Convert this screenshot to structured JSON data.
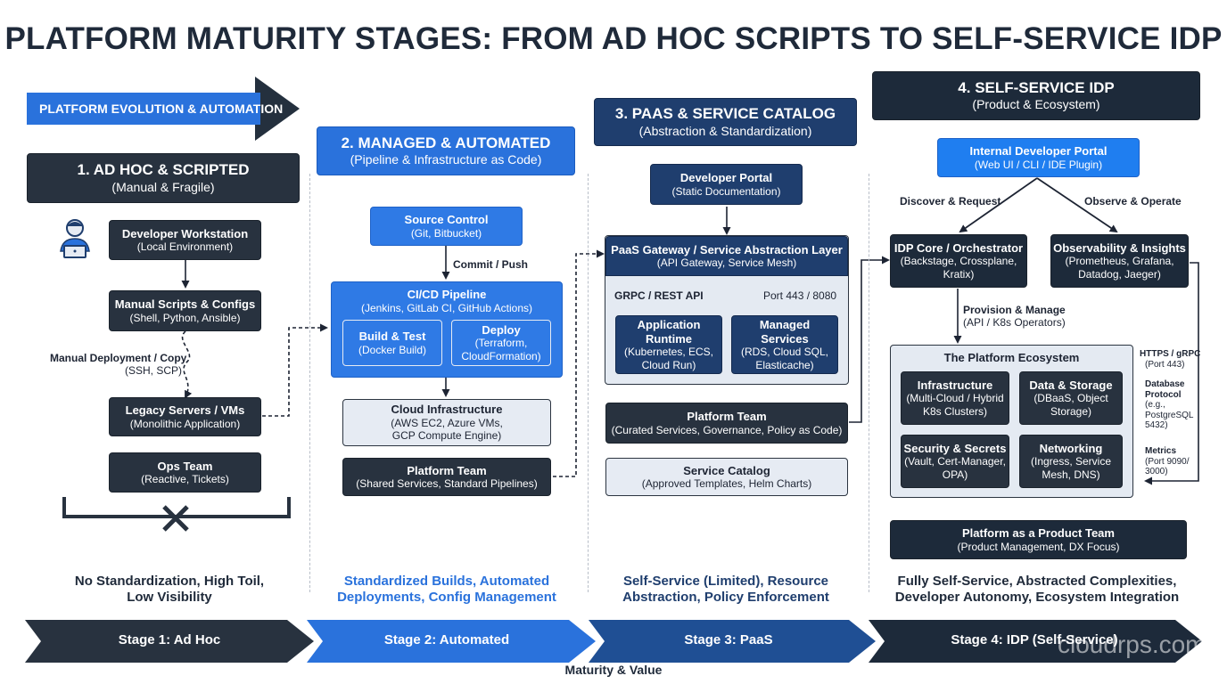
{
  "title": "PLATFORM MATURITY STAGES: FROM AD HOC SCRIPTS TO SELF-SERVICE IDP",
  "evolution_banner": "PLATFORM EVOLUTION & AUTOMATION",
  "stage1": {
    "header_title": "1. AD HOC & SCRIPTED",
    "header_sub": "(Manual & Fragile)",
    "workstation_title": "Developer Workstation",
    "workstation_sub": "(Local Environment)",
    "scripts_title": "Manual Scripts & Configs",
    "scripts_sub": "(Shell, Python, Ansible)",
    "deploy_label": "Manual Deployment / Copy",
    "deploy_sub": "(SSH, SCP)",
    "legacy_title": "Legacy Servers / VMs",
    "legacy_sub": "(Monolithic Application)",
    "ops_title": "Ops Team",
    "ops_sub": "(Reactive, Tickets)",
    "summary_1": "No Standardization, High Toil,",
    "summary_2": "Low Visibility"
  },
  "stage2": {
    "header_title": "2. MANAGED & AUTOMATED",
    "header_sub": "(Pipeline & Infrastructure as Code)",
    "source_title": "Source Control",
    "source_sub": "(Git, Bitbucket)",
    "commit_label": "Commit / Push",
    "cicd_title": "CI/CD Pipeline",
    "cicd_sub": "(Jenkins, GitLab CI, GitHub Actions)",
    "build_title": "Build & Test",
    "build_sub": "(Docker Build)",
    "deploy_title": "Deploy",
    "deploy_sub_1": "(Terraform,",
    "deploy_sub_2": "CloudFormation)",
    "cloud_title": "Cloud Infrastructure",
    "cloud_sub_1": "(AWS EC2, Azure VMs,",
    "cloud_sub_2": "GCP Compute Engine)",
    "team_title": "Platform Team",
    "team_sub": "(Shared Services, Standard Pipelines)",
    "summary_1": "Standardized Builds, Automated",
    "summary_2": "Deployments, Config Management"
  },
  "stage3": {
    "header_title": "3. PAAS & SERVICE CATALOG",
    "header_sub": "(Abstraction & Standardization)",
    "portal_title": "Developer Portal",
    "portal_sub": "(Static Documentation)",
    "gateway_title": "PaaS Gateway / Service Abstraction Layer",
    "gateway_sub": "(API Gateway, Service Mesh)",
    "grpc_label": "GRPC / REST API",
    "port_label": "Port 443 / 8080",
    "runtime_title_1": "Application",
    "runtime_title_2": "Runtime",
    "runtime_sub_1": "(Kubernetes, ECS,",
    "runtime_sub_2": "Cloud Run)",
    "managed_title_1": "Managed",
    "managed_title_2": "Services",
    "managed_sub_1": "(RDS, Cloud SQL,",
    "managed_sub_2": "Elasticache)",
    "team_title": "Platform Team",
    "team_sub": "(Curated Services, Governance, Policy as Code)",
    "catalog_title": "Service Catalog",
    "catalog_sub": "(Approved Templates, Helm Charts)",
    "summary_1": "Self-Service (Limited), Resource",
    "summary_2": "Abstraction, Policy Enforcement"
  },
  "stage4": {
    "header_title": "4. SELF-SERVICE IDP",
    "header_sub": "(Product & Ecosystem)",
    "idp_portal_title": "Internal Developer Portal",
    "idp_portal_sub": "(Web UI / CLI / IDE Plugin)",
    "discover_label": "Discover & Request",
    "observe_label": "Observe & Operate",
    "core_title": "IDP Core / Orchestrator",
    "core_sub_1": "(Backstage, Crossplane,",
    "core_sub_2": "Kratix)",
    "obs_title": "Observability & Insights",
    "obs_sub_1": "(Prometheus, Grafana,",
    "obs_sub_2": "Datadog, Jaeger)",
    "provision_label": "Provision & Manage",
    "provision_sub": "(API / K8s Operators)",
    "ecosystem_title": "The Platform Ecosystem",
    "infra_title": "Infrastructure",
    "infra_sub_1": "(Multi-Cloud / Hybrid",
    "infra_sub_2": "K8s Clusters)",
    "data_title": "Data & Storage",
    "data_sub_1": "(DBaaS, Object",
    "data_sub_2": "Storage)",
    "security_title": "Security & Secrets",
    "security_sub_1": "(Vault, Cert-Manager,",
    "security_sub_2": "OPA)",
    "network_title": "Networking",
    "network_sub_1": "(Ingress, Service",
    "network_sub_2": "Mesh, DNS)",
    "https_label_1": "HTTPS / gRPC",
    "https_label_2": "(Port 443)",
    "db_label_1": "Database",
    "db_label_2": "Protocol",
    "db_label_3": "(e.g.,",
    "db_label_4": "PostgreSQL",
    "db_label_5": "5432)",
    "metrics_label_1": "Metrics",
    "metrics_label_2": "(Port 9090/",
    "metrics_label_3": "3000)",
    "product_team_title": "Platform as a Product Team",
    "product_team_sub": "(Product Management, DX Focus)",
    "summary_1": "Fully Self-Service, Abstracted Complexities,",
    "summary_2": "Developer Autonomy, Ecosystem Integration"
  },
  "stages": {
    "s1": "Stage 1: Ad Hoc",
    "s2": "Stage 2: Automated",
    "s3": "Stage 3: PaaS",
    "s4": "Stage 4: IDP (Self-Service)"
  },
  "axis_label": "Maturity & Value",
  "watermark": "cloudrps.com",
  "icons": [
    "developer-icon",
    "cross-icon"
  ],
  "colors": {
    "dark": "#28323f",
    "navy": "#1f3e6e",
    "blue": "#2a72dc",
    "light": "#e6ebf3"
  }
}
